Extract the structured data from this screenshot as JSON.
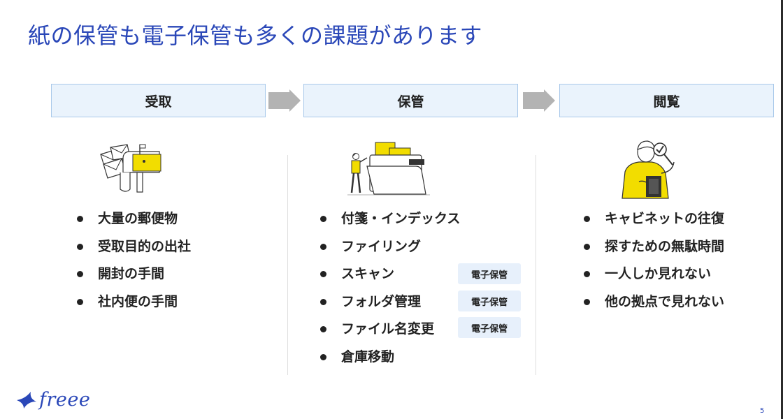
{
  "slide": {
    "title": "紙の保管も電子保管も多くの課題があります",
    "page_number": "5"
  },
  "stages": [
    {
      "label": "受取"
    },
    {
      "label": "保管"
    },
    {
      "label": "閲覧"
    }
  ],
  "columns": {
    "receive": {
      "items": [
        "大量の郵便物",
        "受取目的の出社",
        "開封の手間",
        "社内便の手間"
      ]
    },
    "storage": {
      "items": [
        "付箋・インデックス",
        "ファイリング",
        "スキャン",
        "フォルダ管理",
        "ファイル名変更",
        "倉庫移動"
      ],
      "badge_label": "電子保管"
    },
    "view": {
      "items": [
        "キャビネットの往復",
        "探すための無駄時間",
        "一人しか見れない",
        "他の拠点で見れない"
      ]
    }
  },
  "logo": {
    "text": "freee"
  },
  "colors": {
    "accent_yellow": "#f2dd00",
    "brand_blue": "#2a47b8",
    "stage_fill": "#eaf3fc"
  }
}
